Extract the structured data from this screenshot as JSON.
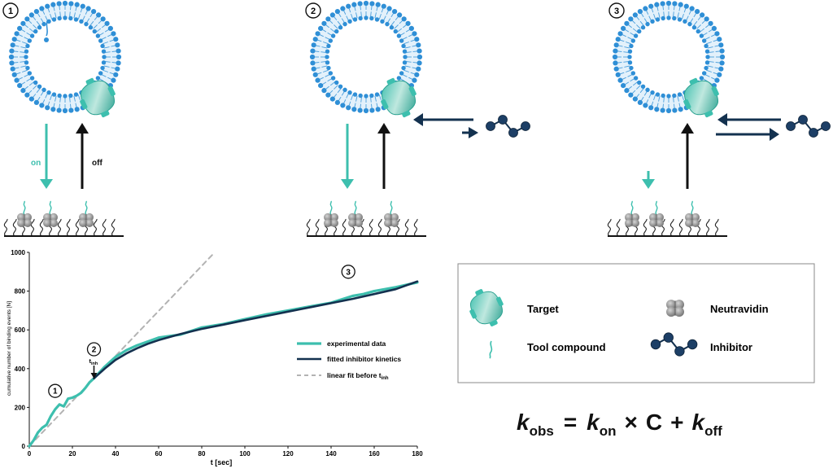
{
  "panels": [
    {
      "number": "1",
      "on_label": "on",
      "off_label": "off"
    },
    {
      "number": "2"
    },
    {
      "number": "3"
    }
  ],
  "legend": {
    "target": "Target",
    "neutravidin": "Neutravidin",
    "tool_compound": "Tool compound",
    "inhibitor": "Inhibitor"
  },
  "formula": {
    "k": "k",
    "obs": "obs",
    "eq": "=",
    "on": "on",
    "times": "×",
    "C": "C",
    "plus": "+",
    "off": "off"
  },
  "chart_data": {
    "type": "line",
    "xlabel": "t [sec]",
    "ylabel": "cumulative number of binding events [N]",
    "xlim": [
      0,
      180
    ],
    "ylim": [
      0,
      1000
    ],
    "xticks": [
      0,
      20,
      40,
      60,
      80,
      100,
      120,
      140,
      160,
      180
    ],
    "yticks": [
      0,
      200,
      400,
      600,
      800,
      1000
    ],
    "grid": false,
    "legend_position": "center-right",
    "legend_entries": [
      "experimental data",
      "fitted inhibitor kinetics",
      "linear fit before t"
    ],
    "legend_sub": "inh",
    "colors": {
      "experimental": "#3dbfae",
      "fitted": "#13314f",
      "linear": "#b3b3b3"
    },
    "annotations": [
      {
        "label": "1",
        "x": 12,
        "y": 285
      },
      {
        "label": "2",
        "x": 30,
        "y": 500
      },
      {
        "label": "3",
        "x": 148,
        "y": 900
      }
    ],
    "tinh_label": "t",
    "tinh_sub": "inh",
    "tinh_x": 30,
    "series": [
      {
        "name": "experimental data",
        "x": [
          0,
          2,
          4,
          6,
          8,
          10,
          12,
          14,
          16,
          18,
          20,
          22,
          24,
          26,
          28,
          30,
          35,
          40,
          45,
          50,
          55,
          60,
          65,
          70,
          80,
          90,
          100,
          110,
          120,
          130,
          140,
          150,
          155,
          160,
          170,
          180
        ],
        "y": [
          0,
          30,
          70,
          95,
          110,
          155,
          190,
          215,
          205,
          245,
          250,
          260,
          275,
          300,
          330,
          350,
          410,
          460,
          495,
          520,
          540,
          560,
          568,
          575,
          612,
          630,
          655,
          680,
          700,
          720,
          740,
          775,
          785,
          800,
          820,
          845
        ]
      },
      {
        "name": "fitted inhibitor kinetics",
        "x": [
          30,
          35,
          40,
          45,
          50,
          55,
          60,
          70,
          80,
          90,
          100,
          110,
          120,
          130,
          140,
          150,
          160,
          170,
          180
        ],
        "y": [
          350,
          400,
          445,
          478,
          505,
          528,
          547,
          578,
          605,
          627,
          650,
          672,
          694,
          716,
          738,
          760,
          785,
          810,
          850
        ]
      },
      {
        "name": "linear fit before t",
        "x": [
          0,
          86
        ],
        "y": [
          0,
          1000
        ]
      }
    ]
  }
}
